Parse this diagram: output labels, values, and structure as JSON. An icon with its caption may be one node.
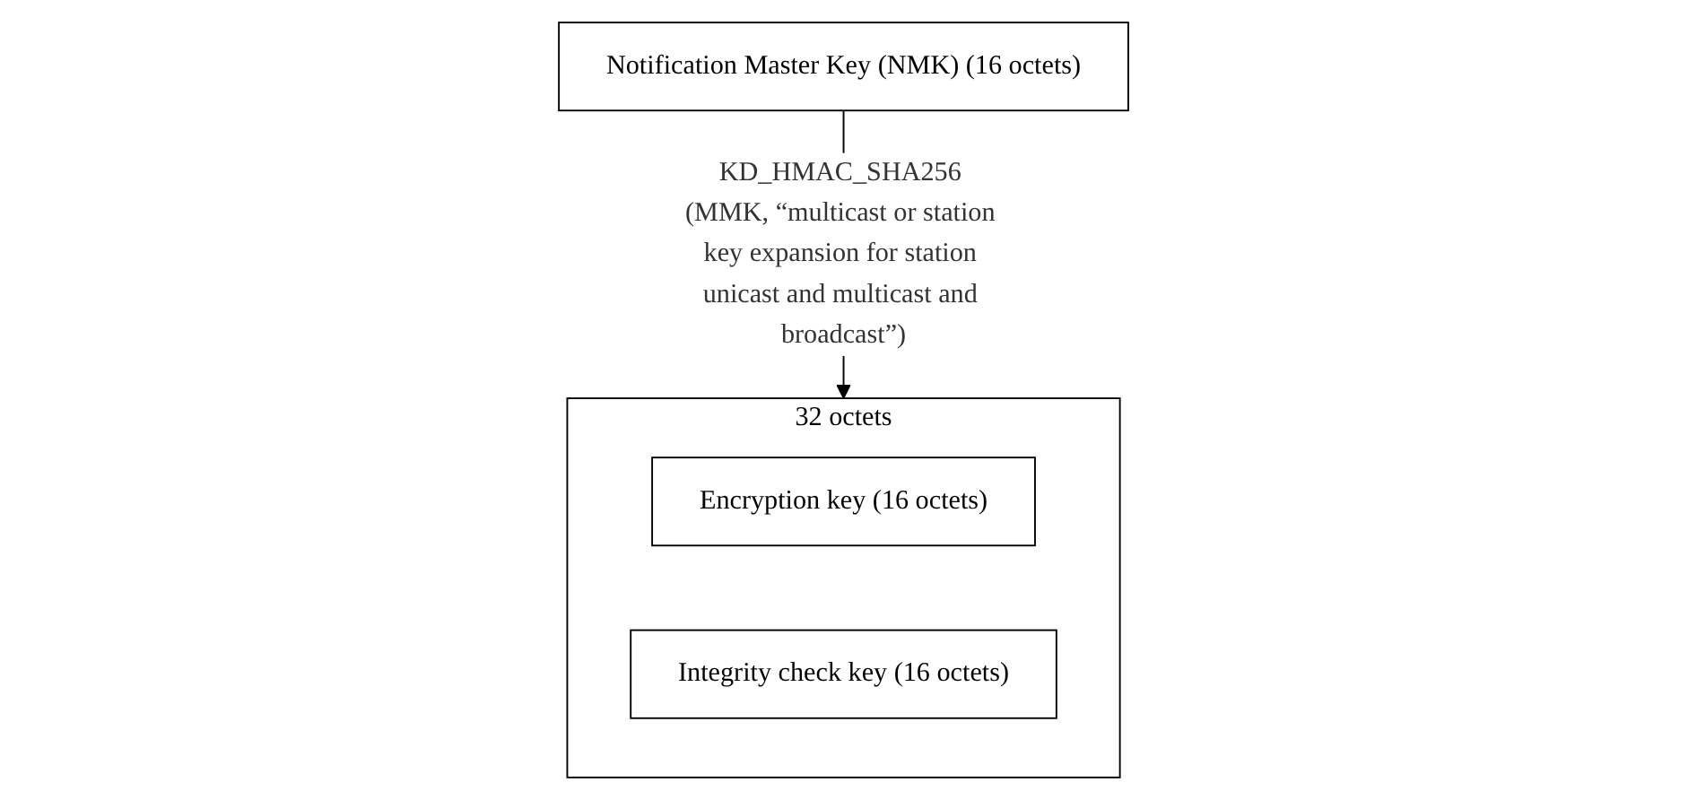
{
  "diagram": {
    "nodes": [
      {
        "text": [
          "Notification Master Key (NMK) (16 octets)"
        ]
      },
      {
        "text": [
          "32 octets"
        ]
      },
      {
        "text": [
          "Encryption key (16 octets)"
        ],
        "in": 1
      },
      {
        "text": [
          "Integrity check key (16 octets)"
        ],
        "in": 1
      }
    ],
    "edges": [
      {
        "from": 0,
        "to": 1,
        "arrow": "to",
        "label": "KD_HMAC_SHA256 (MMK, “multicast or station key expansion for station unicast and multicast and broadcast”)"
      }
    ]
  }
}
